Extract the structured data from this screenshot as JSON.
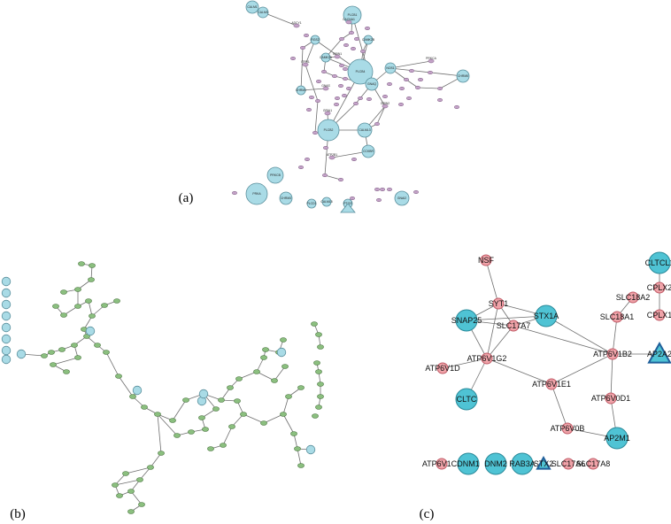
{
  "panels": {
    "a": {
      "label": "(a)",
      "nodes": [
        {
          "id": "CALM1",
          "t": "b"
        },
        {
          "id": "CALM3",
          "t": "b"
        },
        {
          "id": "PLCB1",
          "t": "b"
        },
        {
          "id": "ADCY1",
          "t": "p"
        },
        {
          "id": "CACNA1",
          "t": "p"
        },
        {
          "id": "RGS2",
          "t": "b"
        },
        {
          "id": "ITPR1",
          "t": "p"
        },
        {
          "id": "GRIN1",
          "t": "p"
        },
        {
          "id": "CAMK2B",
          "t": "b"
        },
        {
          "id": "PLCB4",
          "t": "b"
        },
        {
          "id": "GNAQ",
          "t": "b"
        },
        {
          "id": "CAMK2A",
          "t": "b"
        },
        {
          "id": "NOS1",
          "t": "b"
        },
        {
          "id": "PRKCA",
          "t": "p"
        },
        {
          "id": "GRIA1",
          "t": "p"
        },
        {
          "id": "PLCB2",
          "t": "b"
        },
        {
          "id": "CALML3",
          "t": "b"
        },
        {
          "id": "CCKBR",
          "t": "b"
        },
        {
          "id": "ATP2B1",
          "t": "p"
        },
        {
          "id": "GNAS",
          "t": "p"
        },
        {
          "id": "GRIN2",
          "t": "p"
        },
        {
          "id": "CHRM1",
          "t": "b"
        },
        {
          "id": "CHRM3",
          "t": "b"
        },
        {
          "id": "PRKCB",
          "t": "b"
        },
        {
          "id": "PRKA",
          "t": "b"
        },
        {
          "id": "PLCD1",
          "t": "b"
        },
        {
          "id": "CALML5",
          "t": "b"
        },
        {
          "id": "PTGS",
          "t": "b"
        },
        {
          "id": "GNAI2",
          "t": "b"
        },
        {
          "id": "CHRM5",
          "t": "b"
        }
      ]
    },
    "b": {
      "label": "(b)"
    },
    "c": {
      "label": "(c)",
      "nodes": [
        {
          "id": "NSF"
        },
        {
          "id": "SYT1"
        },
        {
          "id": "SNAP25"
        },
        {
          "id": "STX1A"
        },
        {
          "id": "SLC17A7"
        },
        {
          "id": "ATP6V1G2"
        },
        {
          "id": "ATP6V1D"
        },
        {
          "id": "CLTC"
        },
        {
          "id": "ATP6V1B2"
        },
        {
          "id": "AP2A2"
        },
        {
          "id": "SLC18A2"
        },
        {
          "id": "SLC18A1"
        },
        {
          "id": "ATP6V1E1"
        },
        {
          "id": "ATP6V0D1"
        },
        {
          "id": "ATP6V0B"
        },
        {
          "id": "AP2M1"
        },
        {
          "id": "CLTCL1"
        },
        {
          "id": "CPLX2"
        },
        {
          "id": "CPLX1"
        },
        {
          "id": "ATP6V1C2"
        },
        {
          "id": "DNM1"
        },
        {
          "id": "DNM2"
        },
        {
          "id": "RAB3A"
        },
        {
          "id": "STX2"
        },
        {
          "id": "SLC17A6"
        },
        {
          "id": "SLC17A8"
        }
      ]
    }
  }
}
